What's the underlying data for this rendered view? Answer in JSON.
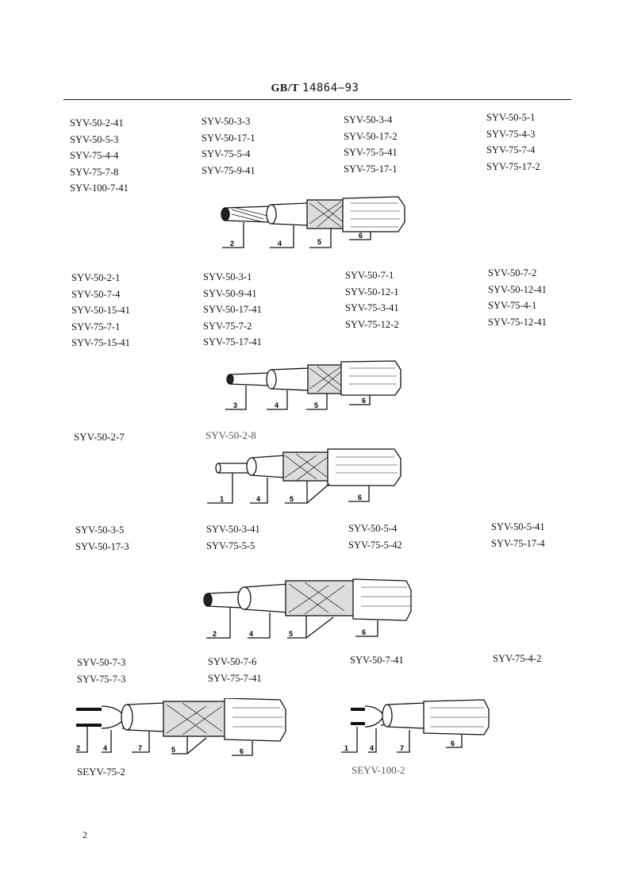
{
  "header": {
    "prefix": "GB/T",
    "number": "14864—93"
  },
  "groups": [
    {
      "columns": [
        [
          "SYV-50-2-41",
          "SYV-50-5-3",
          "SYV-75-4-4",
          "SYV-75-7-8",
          "SYV-100-7-41"
        ],
        [
          "SYV-50-3-3",
          "SYV-50-17-1",
          "SYV-75-5-4",
          "SYV-75-9-41"
        ],
        [
          "SYV-50-3-4",
          "SYV-50-17-2",
          "SYV-75-5-41",
          "SYV-75-17-1"
        ],
        [
          "SYV-50-5-1",
          "SYV-75-4-3",
          "SYV-75-7-4",
          "SYV-75-17-2"
        ]
      ],
      "figure_labels": [
        "2",
        "4",
        "5",
        "6"
      ]
    },
    {
      "columns": [
        [
          "SYV-50-2-1",
          "SYV-50-7-4",
          "SYV-50-15-41",
          "SYV-75-7-1",
          "SYV-75-15-41"
        ],
        [
          "SYV-50-3-1",
          "SYV-50-9-41",
          "SYV-50-17-41",
          "SYV-75-7-2",
          "SYV-75-17-41"
        ],
        [
          "SYV-50-7-1",
          "SYV-50-12-1",
          "SYV-75-3-41",
          "SYV-75-12-2"
        ],
        [
          "SYV-50-7-2",
          "SYV-50-12-41",
          "SYV-75-4-1",
          "SYV-75-12-41"
        ]
      ],
      "figure_labels": [
        "3",
        "4",
        "5",
        "6"
      ]
    },
    {
      "columns": [
        [
          "SYV-50-2-7"
        ],
        [
          "SYV-50-2-8"
        ]
      ],
      "figure_labels": [
        "1",
        "4",
        "5",
        "6"
      ]
    },
    {
      "columns": [
        [
          "SYV-50-3-5",
          "SYV-50-17-3"
        ],
        [
          "SYV-50-3-41",
          "SYV-75-5-5"
        ],
        [
          "SYV-50-5-4",
          "SYV-75-5-42"
        ],
        [
          "SYV-50-5-41",
          "SYV-75-17-4"
        ]
      ],
      "figure_labels": [
        "2",
        "4",
        "5",
        "6"
      ]
    },
    {
      "columns": [
        [
          "SYV-50-7-3",
          "SYV-75-7-3"
        ],
        [
          "SYV-50-7-6",
          "SYV-75-7-41"
        ],
        [
          "SYV-50-7-41"
        ],
        [
          "SYV-75-4-2"
        ]
      ]
    }
  ],
  "twin_figures": [
    {
      "caption": "SEYV-75-2",
      "labels": [
        "2",
        "4",
        "7",
        "5",
        "6"
      ]
    },
    {
      "caption": "SEYV-100-2",
      "labels": [
        "1",
        "4",
        "7",
        "6"
      ]
    }
  ],
  "page_number": "2"
}
